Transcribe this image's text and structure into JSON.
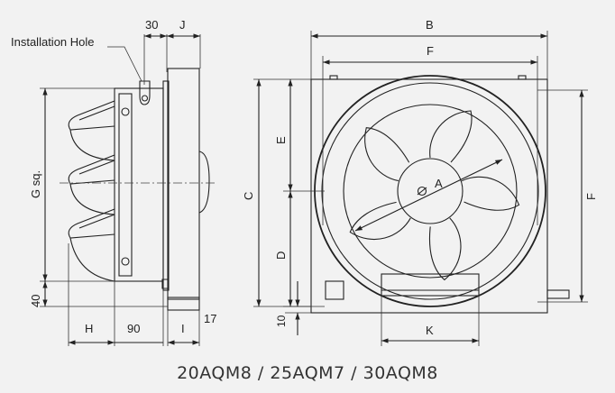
{
  "labels": {
    "installation_hole": "Installation Hole",
    "dim_30": "30",
    "dim_J": "J",
    "dim_B": "B",
    "dim_F_top": "F",
    "dim_F_right": "F",
    "dim_G": "G sq.",
    "dim_40": "40",
    "dim_H": "H",
    "dim_90": "90",
    "dim_I": "I",
    "dim_17": "17",
    "dim_C": "C",
    "dim_E": "E",
    "dim_D": "D",
    "dim_10": "10",
    "dim_A": "A",
    "dim_K": "K"
  },
  "caption": "20AQM8 / 25AQM7 / 30AQM8"
}
